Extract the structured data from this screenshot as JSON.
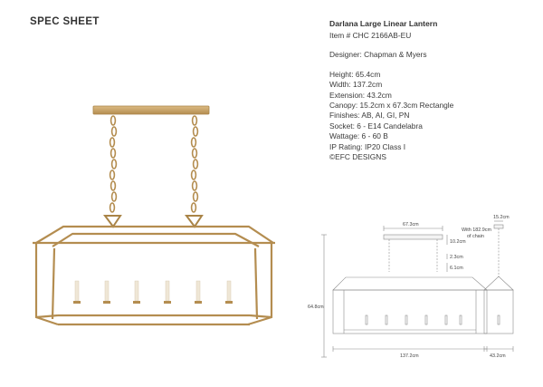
{
  "header": {
    "title": "SPEC SHEET"
  },
  "product": {
    "title": "Darlana Large Linear Lantern",
    "item": "Item # CHC 2166AB-EU",
    "designer": "Designer: Chapman & Myers",
    "specs": [
      "Height: 65.4cm",
      "Width: 137.2cm",
      "Extension: 43.2cm",
      "Canopy: 15.2cm x 67.3cm Rectangle",
      "Finishes: AB, AI, GI, PN",
      "Socket: 6 - E14 Candelabra",
      "Wattage: 6 - 60 B",
      "IP Rating: IP20 Class I",
      "©EFC DESIGNS"
    ]
  },
  "drawing": {
    "canopy_width": "67.3cm",
    "canopy_depth": "15.2cm",
    "chain_note_line1": "With 182.9cm",
    "chain_note_line2": "of chain",
    "canopy_drop": "10.2cm",
    "link_a": "2.3cm",
    "link_b": "6.1cm",
    "height": "64.8cm",
    "width": "137.2cm",
    "depth": "43.2cm"
  },
  "colors": {
    "brass": "#c9a46a",
    "brass_dark": "#a98447",
    "line": "#8a8a8a"
  }
}
